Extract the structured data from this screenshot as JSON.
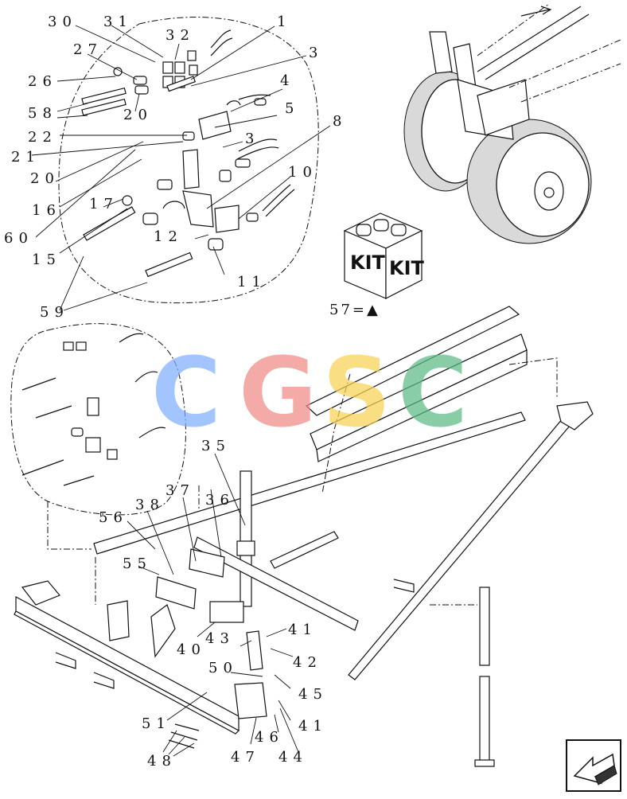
{
  "labels": {
    "n1": "1",
    "n3a": "3",
    "n4": "4",
    "n5": "5",
    "n3b": "3",
    "n8": "8",
    "n10": "10",
    "n11": "11",
    "n12": "12",
    "n15": "15",
    "n16": "16",
    "n17": "17",
    "n20a": "20",
    "n20b": "20",
    "n21": "21",
    "n22": "22",
    "n26": "26",
    "n27": "27",
    "n30": "30",
    "n31": "31",
    "n32": "32",
    "n58": "58",
    "n59": "59",
    "n60": "60",
    "n35": "35",
    "n36": "36",
    "n37": "37",
    "n38": "38",
    "n55": "55",
    "n56": "56",
    "n40": "40",
    "n41a": "41",
    "n41b": "41",
    "n42": "42",
    "n43": "43",
    "n44": "44",
    "n45": "45",
    "n46": "46",
    "n47": "47",
    "n48": "48",
    "n50": "50",
    "n51": "51"
  },
  "kit": {
    "word_left": "KIT",
    "word_right": "KIT",
    "callout": "57=▲"
  },
  "watermark": {
    "letters": [
      "C",
      "G",
      "S",
      "C"
    ],
    "colors": [
      "#7fb0ff",
      "#f08a84",
      "#f7d254",
      "#5cba86"
    ]
  },
  "icons": {
    "corner_arrow": "arrow-icon"
  }
}
